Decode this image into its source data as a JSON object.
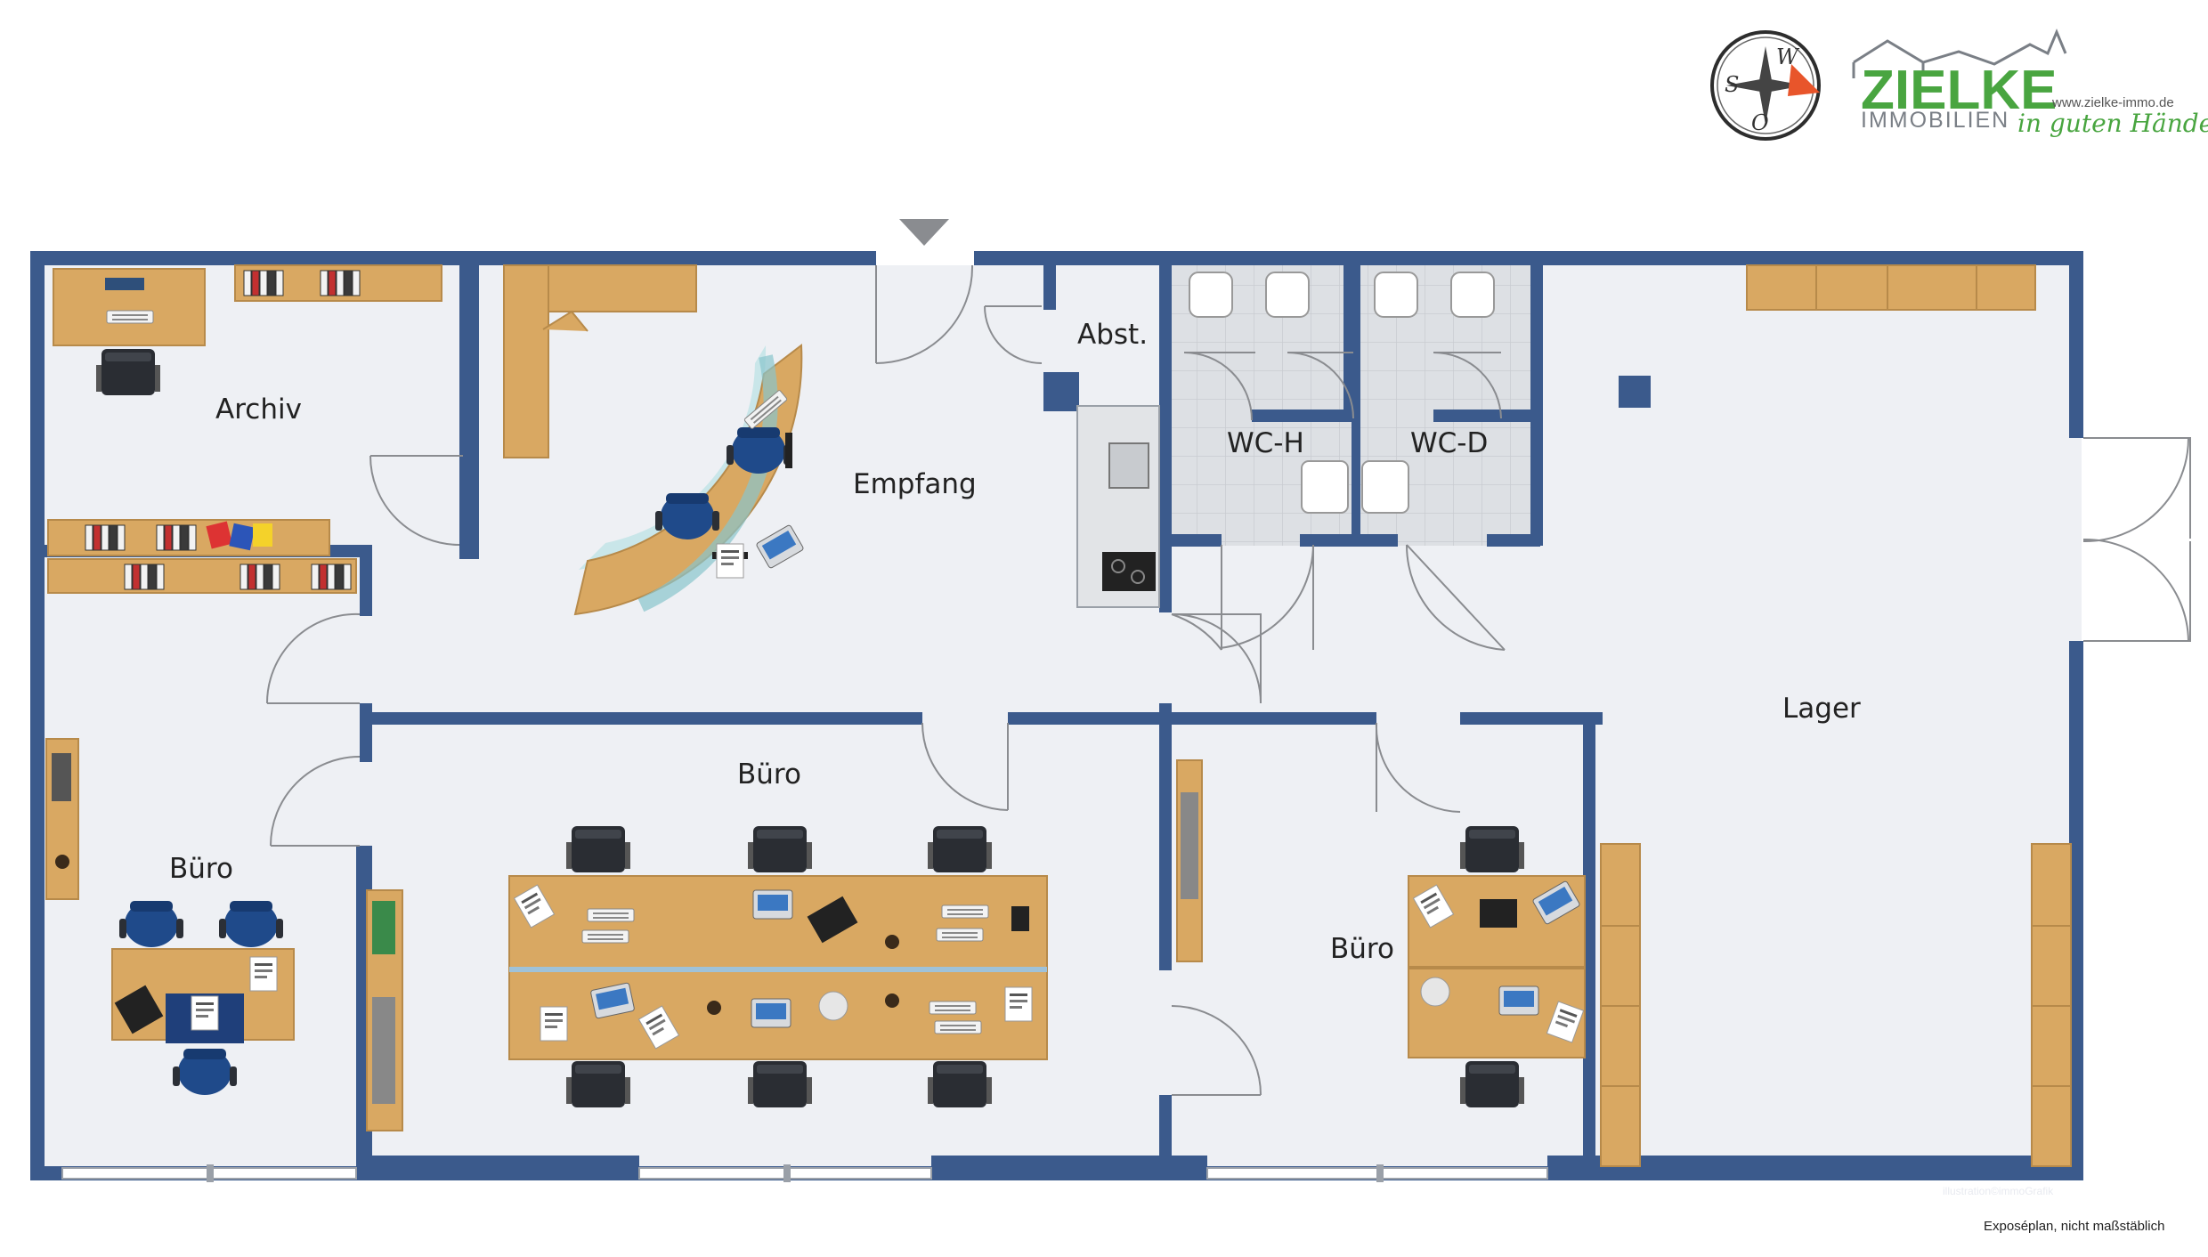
{
  "rooms": {
    "archiv": "Archiv",
    "empfang": "Empfang",
    "abst": "Abst.",
    "wc_h": "WC-H",
    "wc_d": "WC-D",
    "lager": "Lager",
    "buero_center": "Büro",
    "buero_left": "Büro",
    "buero_right": "Büro"
  },
  "logo": {
    "name": "ZIELKE",
    "subtitle": "IMMOBILIEN",
    "url": "www.zielke-immo.de",
    "slogan": "in guten Händen"
  },
  "compass": {
    "n": "W",
    "e": "",
    "s": "O",
    "w": "S"
  },
  "credit": "illustration©immoGrafik",
  "footnote": "Exposéplan, nicht maßstäblich",
  "colors": {
    "wall": "#3b5a8c",
    "floor": "#eef0f4",
    "tile": "#dde0e4",
    "wood": "#d9a862",
    "chair": "#2a2d33",
    "blue_chair": "#1f4a8a",
    "logo_green": "#49a540"
  }
}
